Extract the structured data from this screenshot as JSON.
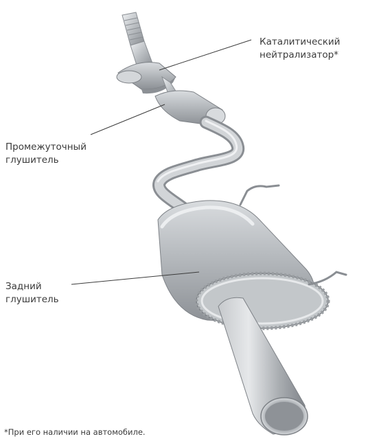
{
  "labels": {
    "catalytic": {
      "line1": "Каталитический",
      "line2": "нейтрализатор*"
    },
    "intermediate": {
      "line1": "Промежуточный",
      "line2": "глушитель"
    },
    "rear": {
      "line1": "Задний",
      "line2": "глушитель"
    }
  },
  "footnote": "*При его наличии на автомобиле.",
  "colors": {
    "metal_light": "#e4e6e8",
    "metal_mid": "#b9bdc1",
    "metal_dark": "#7d8186",
    "leader_line": "#3a3a3a",
    "text": "#3a3a3a"
  }
}
